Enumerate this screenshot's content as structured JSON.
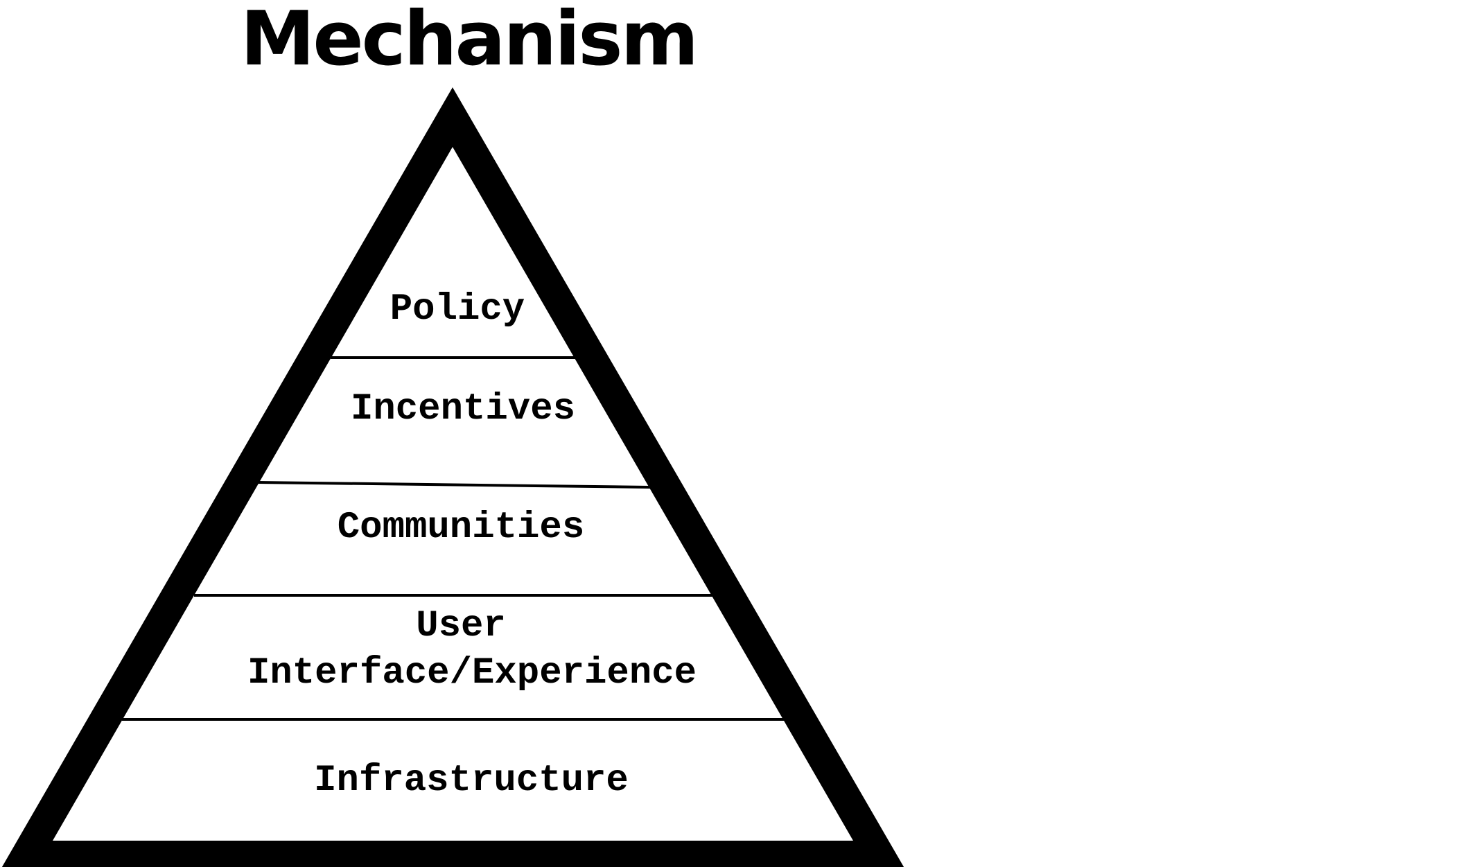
{
  "title": "Mechanism",
  "layers": [
    {
      "lines": [
        "Policy"
      ]
    },
    {
      "lines": [
        "Incentives"
      ]
    },
    {
      "lines": [
        "Communities"
      ]
    },
    {
      "lines": [
        "User",
        "Interface/Experience"
      ]
    },
    {
      "lines": [
        "Infrastructure"
      ]
    }
  ],
  "colors": {
    "stroke": "#000000",
    "text": "#000000",
    "background": "#ffffff"
  }
}
